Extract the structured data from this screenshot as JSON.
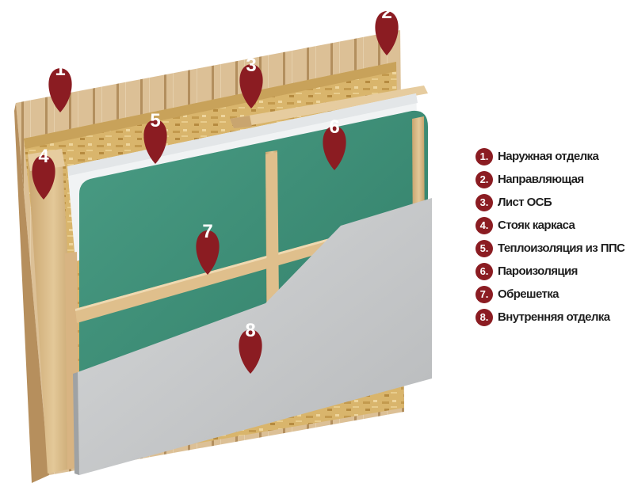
{
  "colors": {
    "marker": "#8b1c22",
    "wood": "#d8b98a",
    "osb": "#d7b46a",
    "insulation": "#f1f3f4",
    "membrane": "#3f8f78",
    "drywall": "#c9cbcd"
  },
  "markers": [
    {
      "num": "1"
    },
    {
      "num": "2"
    },
    {
      "num": "3"
    },
    {
      "num": "4"
    },
    {
      "num": "5"
    },
    {
      "num": "6"
    },
    {
      "num": "7"
    },
    {
      "num": "8"
    }
  ],
  "legend": [
    {
      "num": "1.",
      "label": "Наружная отделка"
    },
    {
      "num": "2.",
      "label": "Направляющая"
    },
    {
      "num": "3.",
      "label": "Лист ОСБ"
    },
    {
      "num": "4.",
      "label": "Стояк каркаса"
    },
    {
      "num": "5.",
      "label": "Теплоизоляция из ППС"
    },
    {
      "num": "6.",
      "label": "Пароизоляция"
    },
    {
      "num": "7.",
      "label": "Обрешетка"
    },
    {
      "num": "8.",
      "label": "Внутренняя отделка"
    }
  ]
}
